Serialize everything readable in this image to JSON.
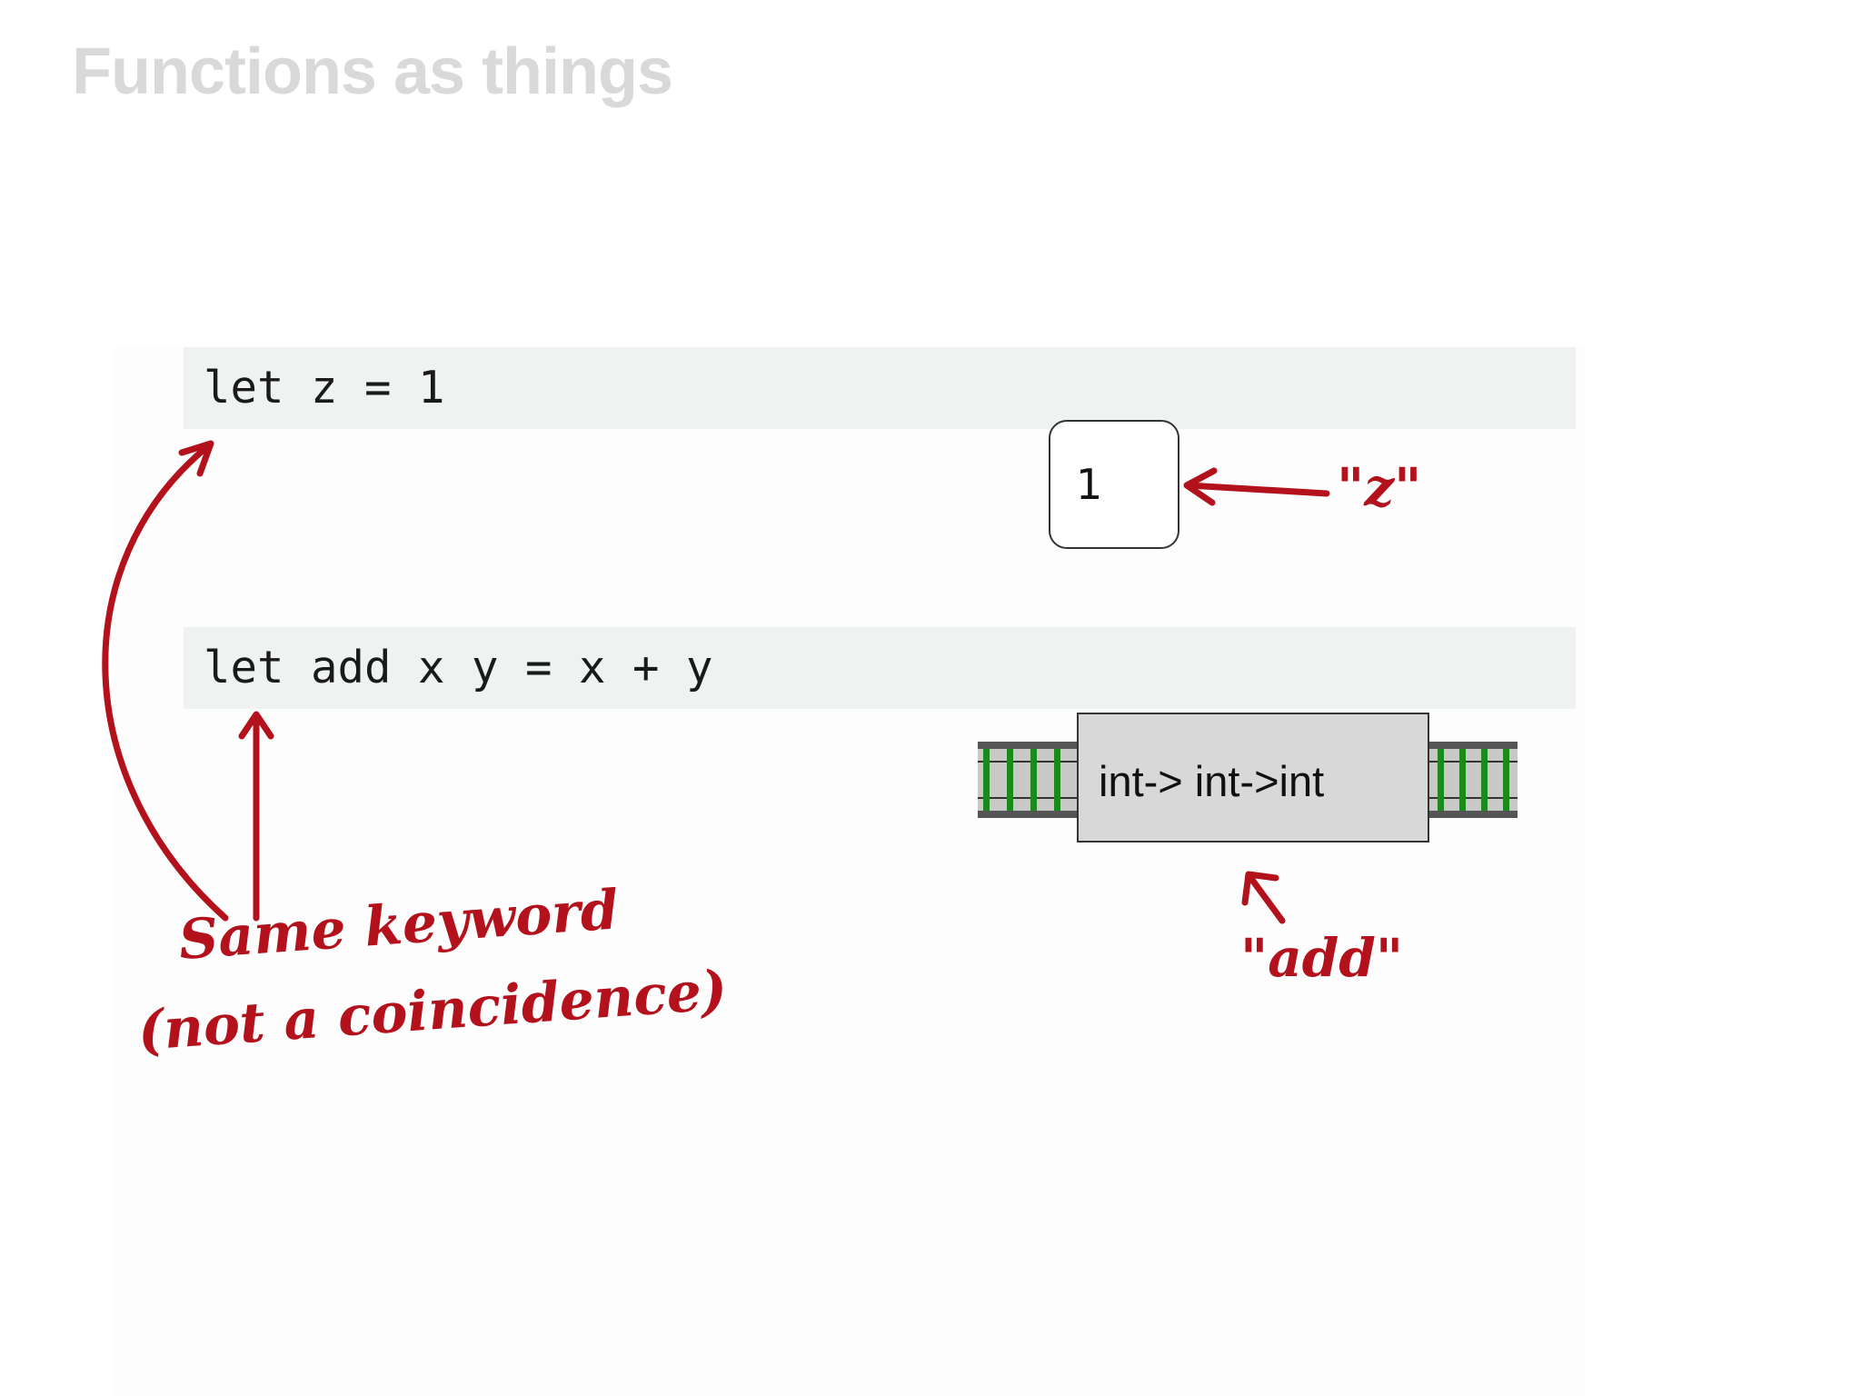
{
  "slide": {
    "title": "Functions as things"
  },
  "code": {
    "line1": "let z = 1",
    "line2": "let add x y = x + y"
  },
  "value_box": {
    "value": "1"
  },
  "function_box": {
    "signature": "int-> int->int"
  },
  "annotations": {
    "z_label": "\"z\"",
    "add_label": "\"add\"",
    "keyword_line1": "Same keyword",
    "keyword_line2": "(not a coincidence)",
    "ink_color": "#b3111b"
  },
  "colors": {
    "title": "#d9d9d9",
    "code_background": "#eef2f1",
    "function_box": "#d8d8d8",
    "track_rail": "#555555",
    "track_sleeper": "#1a8a1a"
  }
}
